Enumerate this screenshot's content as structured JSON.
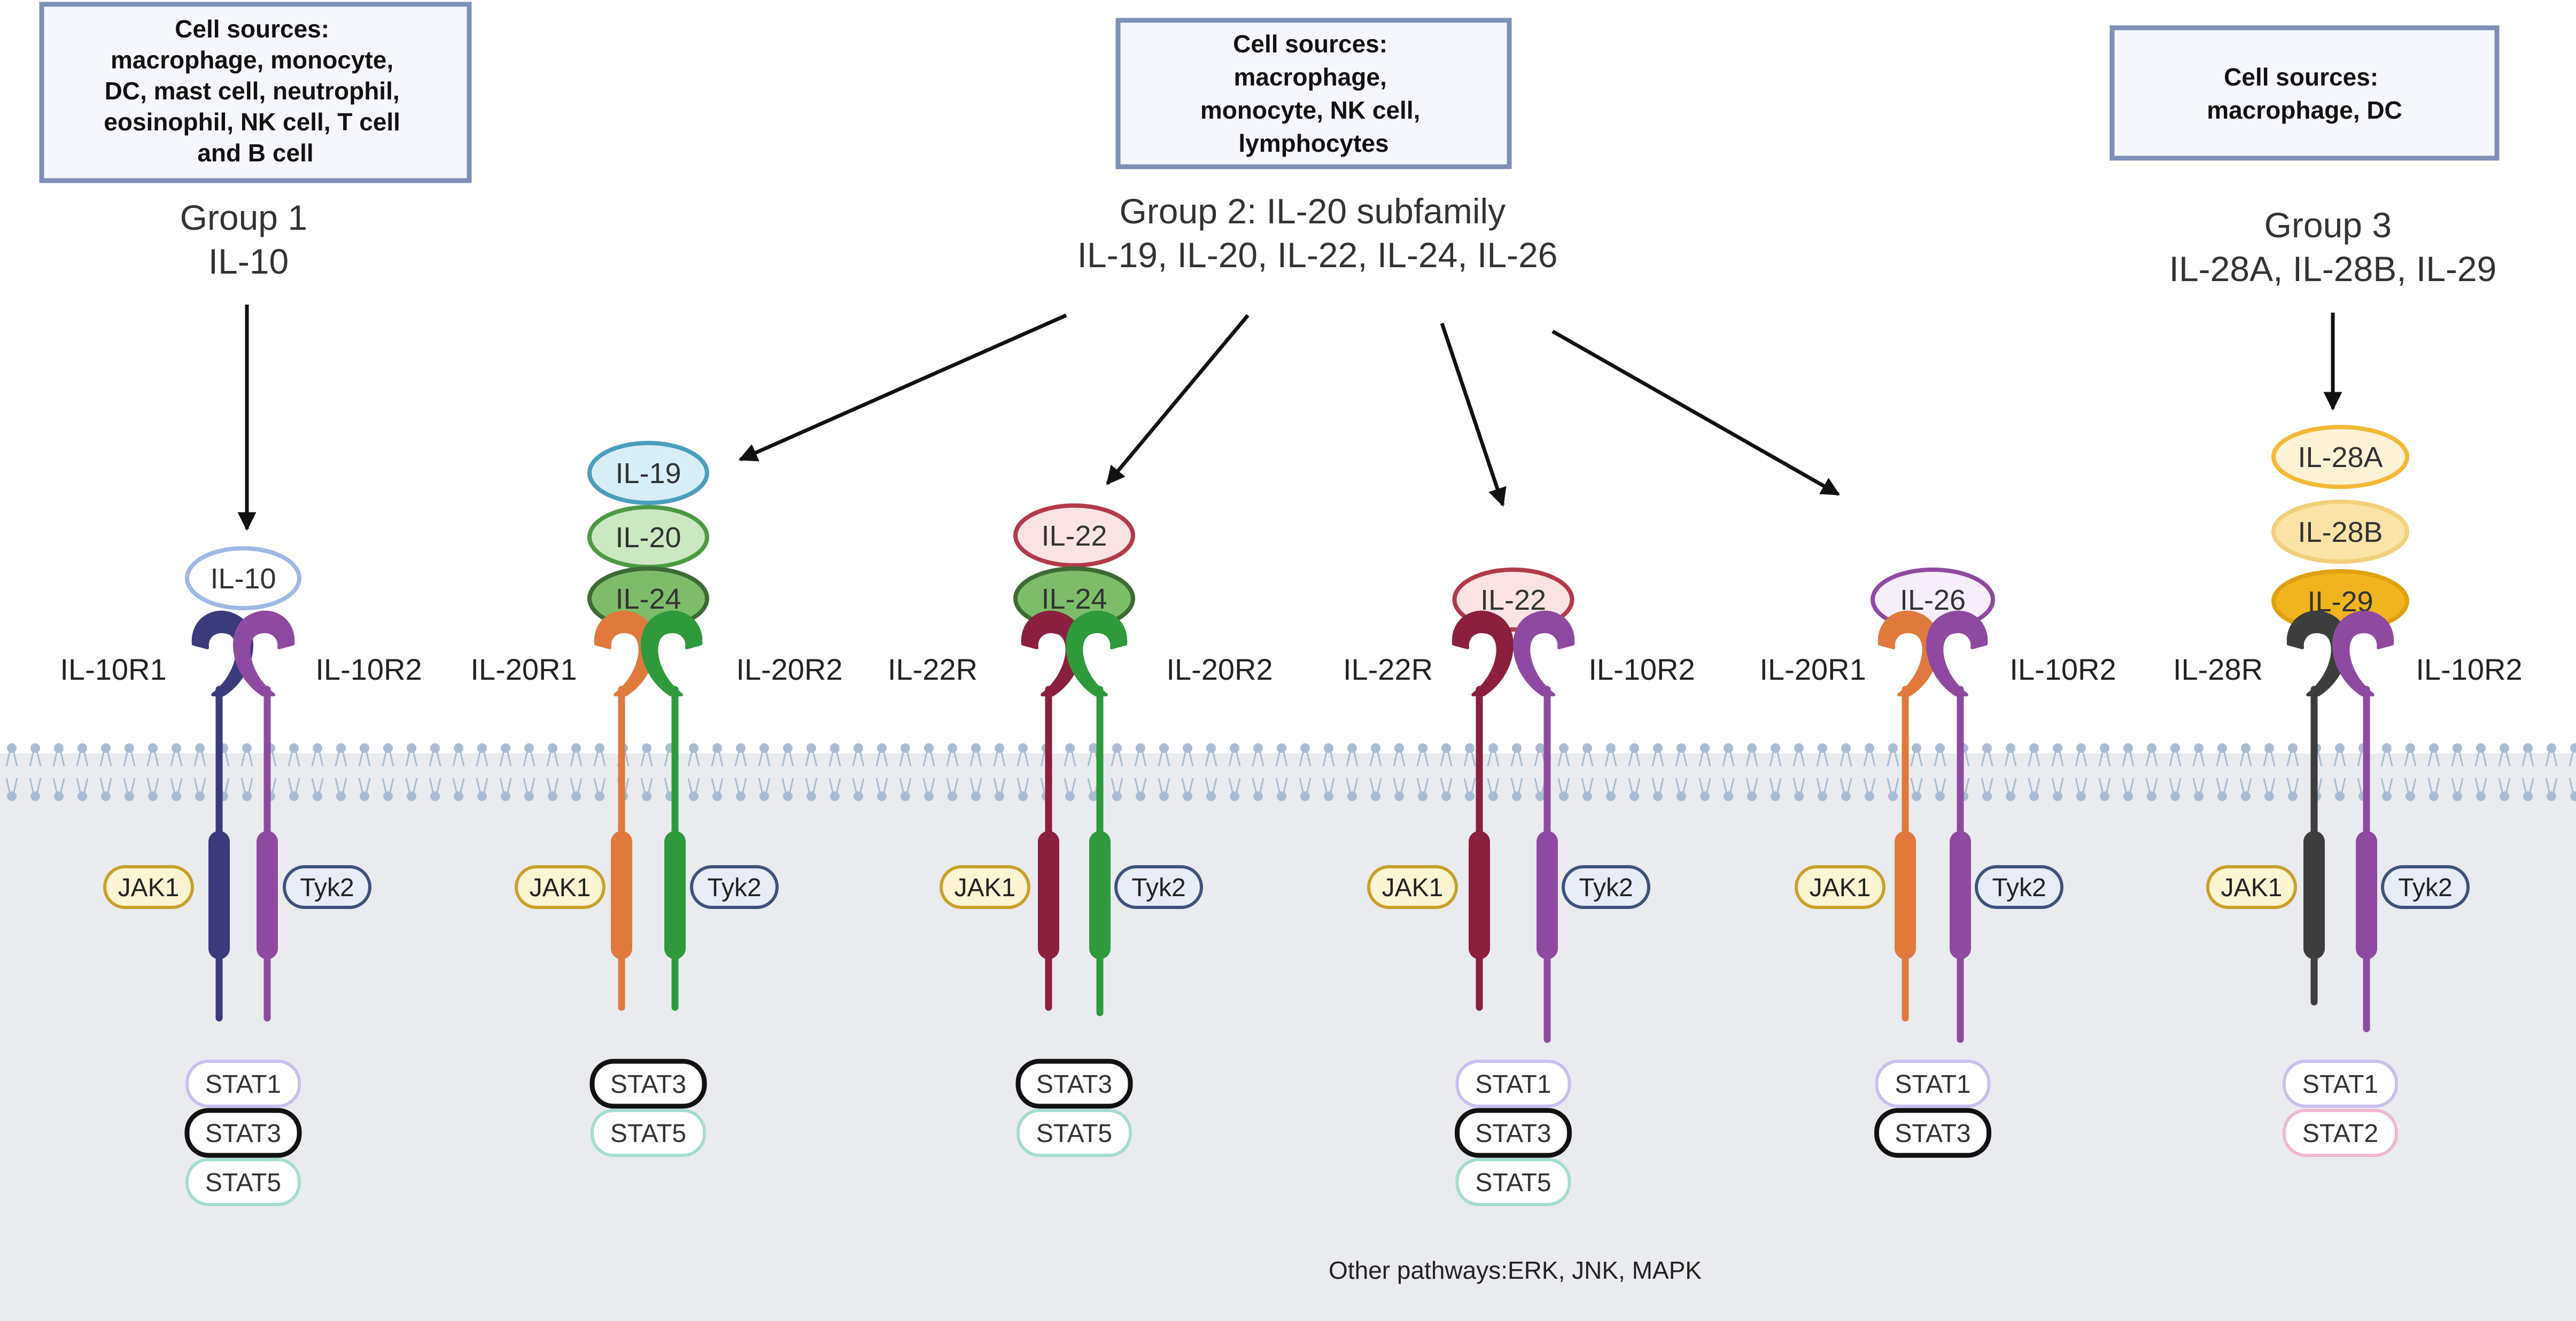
{
  "groups": {
    "g1": {
      "sources": [
        "Cell sources:",
        "macrophage, monocyte,",
        "DC, mast cell, neutrophil,",
        "eosinophil, NK cell, T cell",
        "and B cell"
      ],
      "title": [
        "Group 1",
        "IL-10"
      ]
    },
    "g2": {
      "sources": [
        "Cell sources:",
        "macrophage,",
        "monocyte,  NK cell,",
        "lymphocytes"
      ],
      "title": [
        "Group 2: IL-20 subfamily",
        "IL-19, IL-20, IL-22, IL-24, IL-26"
      ]
    },
    "g3": {
      "sources": [
        "Cell sources:",
        "macrophage, DC"
      ],
      "title": [
        "Group 3",
        "IL-28A, IL-28B,  IL-29"
      ]
    }
  },
  "complexes": [
    {
      "ligands": [
        {
          "label": "IL-10",
          "fill": "#ffffff",
          "stroke": "#9fb8e4"
        }
      ],
      "left_receptor": {
        "label": "IL-10R1",
        "color": "#3b3a7c"
      },
      "right_receptor": {
        "label": "IL-10R2",
        "color": "#8e4aa0"
      },
      "jak": "JAK1",
      "tyk": "Tyk2",
      "stats": [
        {
          "label": "STAT1",
          "fill": "#ffffff",
          "stroke": "#c9bff0"
        },
        {
          "label": "STAT3",
          "fill": "#ffffff",
          "stroke": "#111111"
        },
        {
          "label": "STAT5",
          "fill": "#ffffff",
          "stroke": "#a6dcd0"
        }
      ]
    },
    {
      "ligands": [
        {
          "label": "IL-19",
          "fill": "#d8eef7",
          "stroke": "#4a9dbd"
        },
        {
          "label": "IL-20",
          "fill": "#cbe8c3",
          "stroke": "#4e9a43"
        },
        {
          "label": "IL-24",
          "fill": "#7dbd6a",
          "stroke": "#3d6a35"
        }
      ],
      "left_receptor": {
        "label": "IL-20R1",
        "color": "#e07a3c"
      },
      "right_receptor": {
        "label": "IL-20R2",
        "color": "#2e9a3c"
      },
      "jak": "JAK1",
      "tyk": "Tyk2",
      "stats": [
        {
          "label": "STAT3",
          "fill": "#ffffff",
          "stroke": "#111111"
        },
        {
          "label": "STAT5",
          "fill": "#ffffff",
          "stroke": "#a6dcd0"
        }
      ]
    },
    {
      "ligands": [
        {
          "label": "IL-22",
          "fill": "#fbe3e3",
          "stroke": "#b23a4a"
        },
        {
          "label": "IL-24",
          "fill": "#7dbd6a",
          "stroke": "#3d6a35"
        }
      ],
      "left_receptor": {
        "label": "IL-22R",
        "color": "#8a1f3e"
      },
      "right_receptor": {
        "label": "IL-20R2",
        "color": "#2e9a3c"
      },
      "jak": "JAK1",
      "tyk": "Tyk2",
      "stats": [
        {
          "label": "STAT3",
          "fill": "#ffffff",
          "stroke": "#111111"
        },
        {
          "label": "STAT5",
          "fill": "#ffffff",
          "stroke": "#a6dcd0"
        }
      ]
    },
    {
      "ligands": [
        {
          "label": "IL-22",
          "fill": "#fbe3e3",
          "stroke": "#b23a4a"
        }
      ],
      "left_receptor": {
        "label": "IL-22R",
        "color": "#8a1f3e"
      },
      "right_receptor": {
        "label": "IL-10R2",
        "color": "#8e4aa0"
      },
      "jak": "JAK1",
      "tyk": "Tyk2",
      "stats": [
        {
          "label": "STAT1",
          "fill": "#ffffff",
          "stroke": "#c9bff0"
        },
        {
          "label": "STAT3",
          "fill": "#ffffff",
          "stroke": "#111111"
        },
        {
          "label": "STAT5",
          "fill": "#ffffff",
          "stroke": "#a6dcd0"
        }
      ]
    },
    {
      "ligands": [
        {
          "label": "IL-26",
          "fill": "#f6eefb",
          "stroke": "#8e4aa0"
        }
      ],
      "left_receptor": {
        "label": "IL-20R1",
        "color": "#e07a3c"
      },
      "right_receptor": {
        "label": "IL-10R2",
        "color": "#8e4aa0"
      },
      "jak": "JAK1",
      "tyk": "Tyk2",
      "stats": [
        {
          "label": "STAT1",
          "fill": "#ffffff",
          "stroke": "#c9bff0"
        },
        {
          "label": "STAT3",
          "fill": "#ffffff",
          "stroke": "#111111"
        }
      ]
    },
    {
      "ligands": [
        {
          "label": "IL-28A",
          "fill": "#fdf1d6",
          "stroke": "#f2b936"
        },
        {
          "label": "IL-28B",
          "fill": "#fbe3a8",
          "stroke": "#f2cf7a"
        },
        {
          "label": "IL-29",
          "fill": "#f0b41e",
          "stroke": "#e0a010"
        }
      ],
      "left_receptor": {
        "label": "IL-28R",
        "color": "#3d3d3d"
      },
      "right_receptor": {
        "label": "IL-10R2",
        "color": "#8e4aa0"
      },
      "jak": "JAK1",
      "tyk": "Tyk2",
      "stats": [
        {
          "label": "STAT1",
          "fill": "#ffffff",
          "stroke": "#c9bff0"
        },
        {
          "label": "STAT2",
          "fill": "#ffffff",
          "stroke": "#f0b8d0"
        }
      ]
    }
  ],
  "other_pathways": "Other pathways:ERK, JNK, MAPK",
  "colors": {
    "box_border": "#7f8fb8",
    "cytoplasm": "#eaebef",
    "membrane": "#a9bbd2",
    "jak_border": "#c8a12a",
    "tyk_border": "#3f527c",
    "tyk_fill": "#e7ecf6"
  }
}
